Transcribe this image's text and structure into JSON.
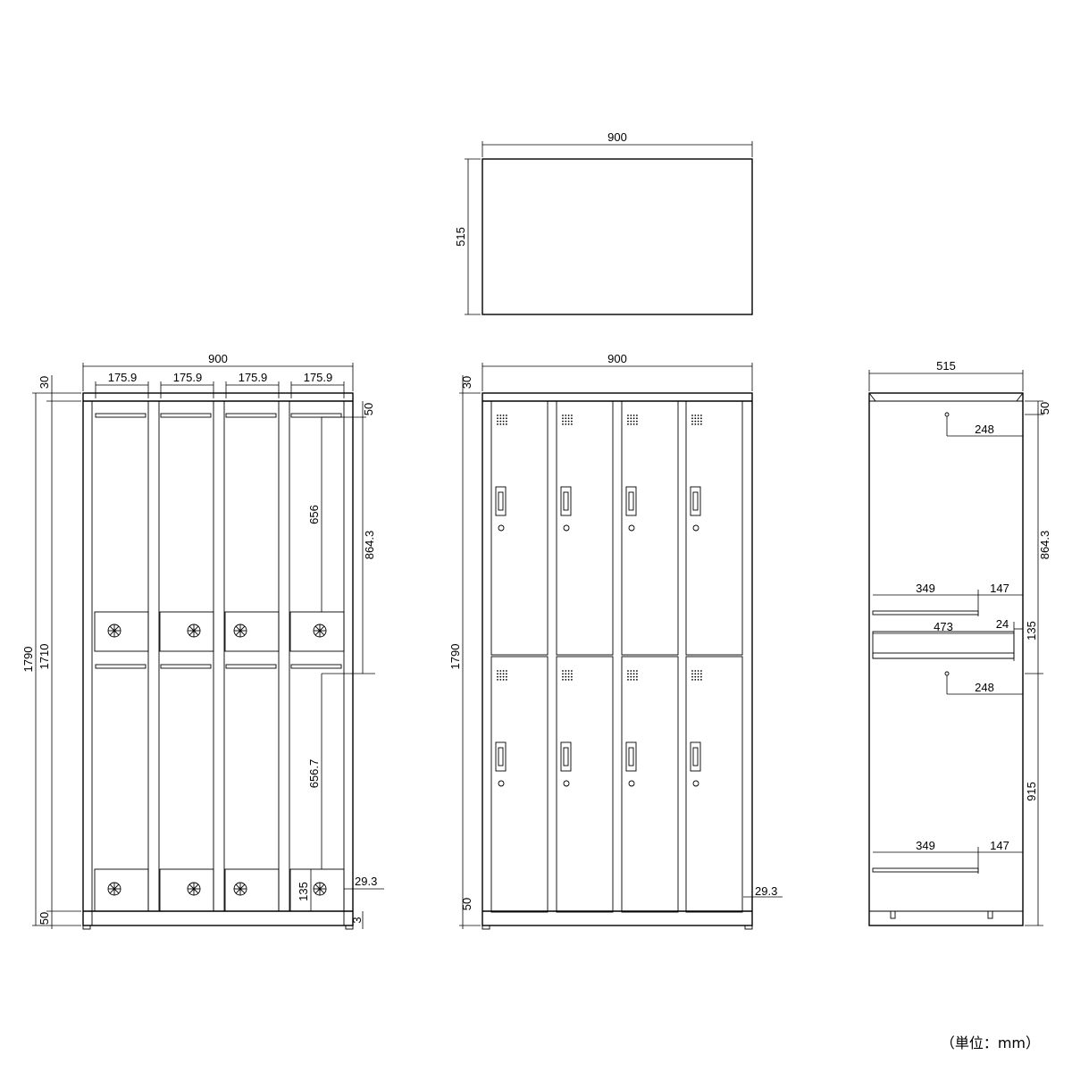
{
  "unit_note": "（単位：mm）",
  "top_view": {
    "width": "900",
    "depth": "515"
  },
  "front_open": {
    "width": "900",
    "compartments": [
      "175.9",
      "175.9",
      "175.9",
      "175.9"
    ],
    "top_frame": "30",
    "total_height": "1790",
    "inner_height": "1710",
    "shelf_gap": "50",
    "upper_height": "656",
    "upper_pitch": "864.3",
    "lower_height": "656.7",
    "bottom_tray": "135",
    "door_offset": "29.3",
    "base": "50",
    "foot": "3"
  },
  "front_closed": {
    "width": "900",
    "top_frame": "30",
    "total_height": "1790",
    "base": "50",
    "door_offset": "29.3"
  },
  "side_view": {
    "depth": "515",
    "top_gap": "50",
    "upper_hook": "248",
    "upper_pitch": "864.3",
    "shelf_a": "349",
    "shelf_b": "147",
    "shelf_depth": "473",
    "shelf_gap": "24",
    "shelf_height": "135",
    "lower_hook": "248",
    "lower_height": "915",
    "bottom_shelf_a": "349",
    "bottom_shelf_b": "147"
  }
}
